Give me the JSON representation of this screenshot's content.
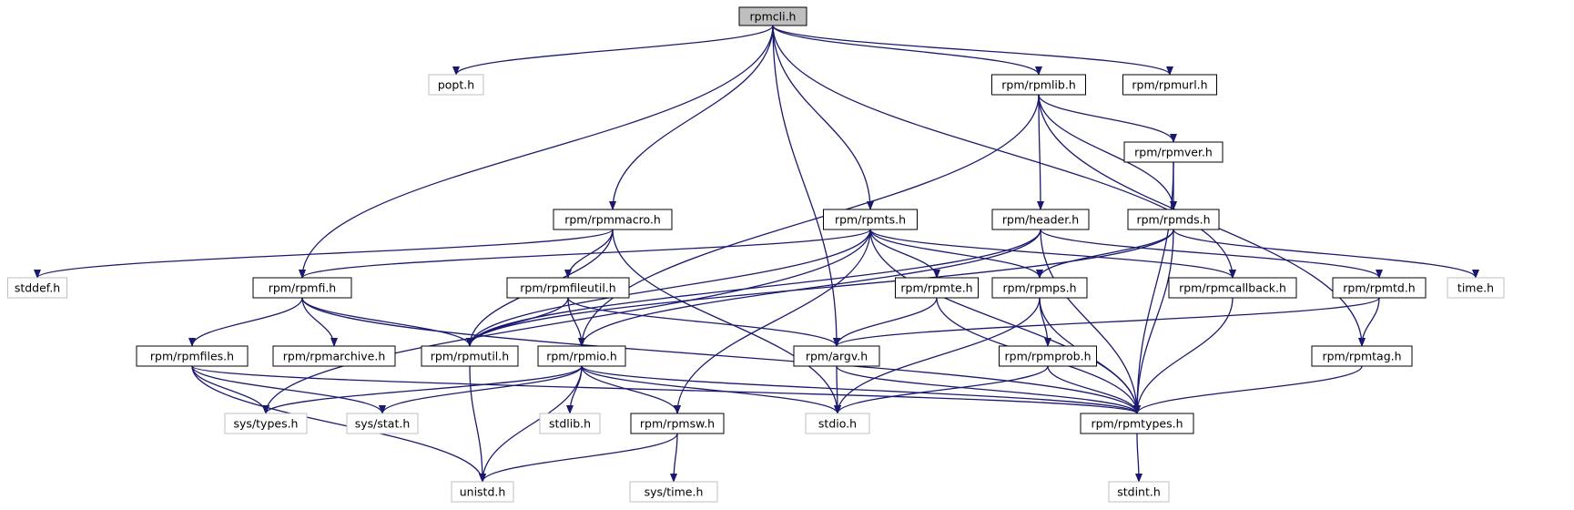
{
  "colors": {
    "edge": "#191970",
    "node_border": "#000000",
    "external_border": "#bfbfbf",
    "root_fill": "#bfbfbf",
    "node_fill": "#ffffff",
    "external_text": "#000000"
  },
  "nodes": [
    {
      "id": "rpmcli",
      "label": "rpmcli.h",
      "kind": "root"
    },
    {
      "id": "popt",
      "label": "popt.h",
      "kind": "external"
    },
    {
      "id": "rpmlib",
      "label": "rpm/rpmlib.h",
      "kind": "header"
    },
    {
      "id": "rpmurl",
      "label": "rpm/rpmurl.h",
      "kind": "header"
    },
    {
      "id": "rpmver",
      "label": "rpm/rpmver.h",
      "kind": "header"
    },
    {
      "id": "rpmmacro",
      "label": "rpm/rpmmacro.h",
      "kind": "header"
    },
    {
      "id": "rpmts",
      "label": "rpm/rpmts.h",
      "kind": "header"
    },
    {
      "id": "header",
      "label": "rpm/header.h",
      "kind": "header"
    },
    {
      "id": "rpmds",
      "label": "rpm/rpmds.h",
      "kind": "header"
    },
    {
      "id": "stddef",
      "label": "stddef.h",
      "kind": "external"
    },
    {
      "id": "rpmfi",
      "label": "rpm/rpmfi.h",
      "kind": "header"
    },
    {
      "id": "rpmfileutil",
      "label": "rpm/rpmfileutil.h",
      "kind": "header"
    },
    {
      "id": "rpmte",
      "label": "rpm/rpmte.h",
      "kind": "header"
    },
    {
      "id": "rpmps",
      "label": "rpm/rpmps.h",
      "kind": "header"
    },
    {
      "id": "rpmcallback",
      "label": "rpm/rpmcallback.h",
      "kind": "header"
    },
    {
      "id": "rpmtd",
      "label": "rpm/rpmtd.h",
      "kind": "header"
    },
    {
      "id": "time",
      "label": "time.h",
      "kind": "external"
    },
    {
      "id": "rpmfiles",
      "label": "rpm/rpmfiles.h",
      "kind": "header"
    },
    {
      "id": "rpmarchive",
      "label": "rpm/rpmarchive.h",
      "kind": "header"
    },
    {
      "id": "rpmutil",
      "label": "rpm/rpmutil.h",
      "kind": "header"
    },
    {
      "id": "rpmio",
      "label": "rpm/rpmio.h",
      "kind": "header"
    },
    {
      "id": "argv",
      "label": "rpm/argv.h",
      "kind": "header"
    },
    {
      "id": "rpmprob",
      "label": "rpm/rpmprob.h",
      "kind": "header"
    },
    {
      "id": "rpmtag",
      "label": "rpm/rpmtag.h",
      "kind": "header"
    },
    {
      "id": "systypes",
      "label": "sys/types.h",
      "kind": "external"
    },
    {
      "id": "sysstat",
      "label": "sys/stat.h",
      "kind": "external"
    },
    {
      "id": "stdlib",
      "label": "stdlib.h",
      "kind": "external"
    },
    {
      "id": "rpmsw",
      "label": "rpm/rpmsw.h",
      "kind": "header"
    },
    {
      "id": "stdio",
      "label": "stdio.h",
      "kind": "external"
    },
    {
      "id": "rpmtypes",
      "label": "rpm/rpmtypes.h",
      "kind": "header"
    },
    {
      "id": "unistd",
      "label": "unistd.h",
      "kind": "external"
    },
    {
      "id": "systime",
      "label": "sys/time.h",
      "kind": "external"
    },
    {
      "id": "stdint",
      "label": "stdint.h",
      "kind": "external"
    }
  ],
  "edges": [
    [
      "rpmcli",
      "popt"
    ],
    [
      "rpmcli",
      "rpmlib"
    ],
    [
      "rpmcli",
      "rpmurl"
    ],
    [
      "rpmcli",
      "rpmmacro"
    ],
    [
      "rpmcli",
      "rpmts"
    ],
    [
      "rpmcli",
      "rpmfi"
    ],
    [
      "rpmcli",
      "argv"
    ],
    [
      "rpmcli",
      "rpmcallback"
    ],
    [
      "rpmlib",
      "rpmver"
    ],
    [
      "rpmlib",
      "header"
    ],
    [
      "rpmlib",
      "rpmds"
    ],
    [
      "rpmlib",
      "rpmio"
    ],
    [
      "rpmlib",
      "rpmtag"
    ],
    [
      "rpmver",
      "rpmds"
    ],
    [
      "rpmver",
      "rpmtypes"
    ],
    [
      "rpmmacro",
      "stddef"
    ],
    [
      "rpmmacro",
      "rpmfileutil"
    ],
    [
      "rpmmacro",
      "rpmutil"
    ],
    [
      "rpmmacro",
      "stdio"
    ],
    [
      "rpmts",
      "rpmfi"
    ],
    [
      "rpmts",
      "rpmte"
    ],
    [
      "rpmts",
      "rpmps"
    ],
    [
      "rpmts",
      "rpmcallback"
    ],
    [
      "rpmts",
      "rpmutil"
    ],
    [
      "rpmts",
      "rpmsw"
    ],
    [
      "rpmts",
      "systypes"
    ],
    [
      "rpmts",
      "rpmtypes"
    ],
    [
      "header",
      "rpmtd"
    ],
    [
      "header",
      "rpmio"
    ],
    [
      "header",
      "rpmtypes"
    ],
    [
      "header",
      "rpmutil"
    ],
    [
      "rpmds",
      "rpmps"
    ],
    [
      "rpmds",
      "time"
    ],
    [
      "rpmds",
      "rpmtypes"
    ],
    [
      "rpmds",
      "rpmutil"
    ],
    [
      "rpmfi",
      "rpmfiles"
    ],
    [
      "rpmfi",
      "rpmarchive"
    ],
    [
      "rpmfi",
      "rpmutil"
    ],
    [
      "rpmfi",
      "rpmtypes"
    ],
    [
      "rpmfileutil",
      "rpmio"
    ],
    [
      "rpmfileutil",
      "rpmutil"
    ],
    [
      "rpmfileutil",
      "argv"
    ],
    [
      "rpmte",
      "argv"
    ],
    [
      "rpmte",
      "rpmtypes"
    ],
    [
      "rpmps",
      "rpmprob"
    ],
    [
      "rpmps",
      "stdio"
    ],
    [
      "rpmps",
      "rpmtypes"
    ],
    [
      "rpmcallback",
      "rpmtypes"
    ],
    [
      "rpmtd",
      "rpmtag"
    ],
    [
      "rpmtd",
      "argv"
    ],
    [
      "rpmfiles",
      "systypes"
    ],
    [
      "rpmfiles",
      "sysstat"
    ],
    [
      "rpmfiles",
      "unistd"
    ],
    [
      "rpmfiles",
      "rpmtypes"
    ],
    [
      "rpmutil",
      "unistd"
    ],
    [
      "rpmio",
      "systypes"
    ],
    [
      "rpmio",
      "sysstat"
    ],
    [
      "rpmio",
      "stdlib"
    ],
    [
      "rpmio",
      "rpmsw"
    ],
    [
      "rpmio",
      "stdio"
    ],
    [
      "rpmio",
      "unistd"
    ],
    [
      "rpmio",
      "rpmtypes"
    ],
    [
      "argv",
      "stdio"
    ],
    [
      "argv",
      "rpmtypes"
    ],
    [
      "rpmprob",
      "stdio"
    ],
    [
      "rpmprob",
      "rpmtypes"
    ],
    [
      "rpmtag",
      "rpmtypes"
    ],
    [
      "rpmsw",
      "unistd"
    ],
    [
      "rpmsw",
      "systime"
    ],
    [
      "rpmtypes",
      "stdint"
    ]
  ]
}
